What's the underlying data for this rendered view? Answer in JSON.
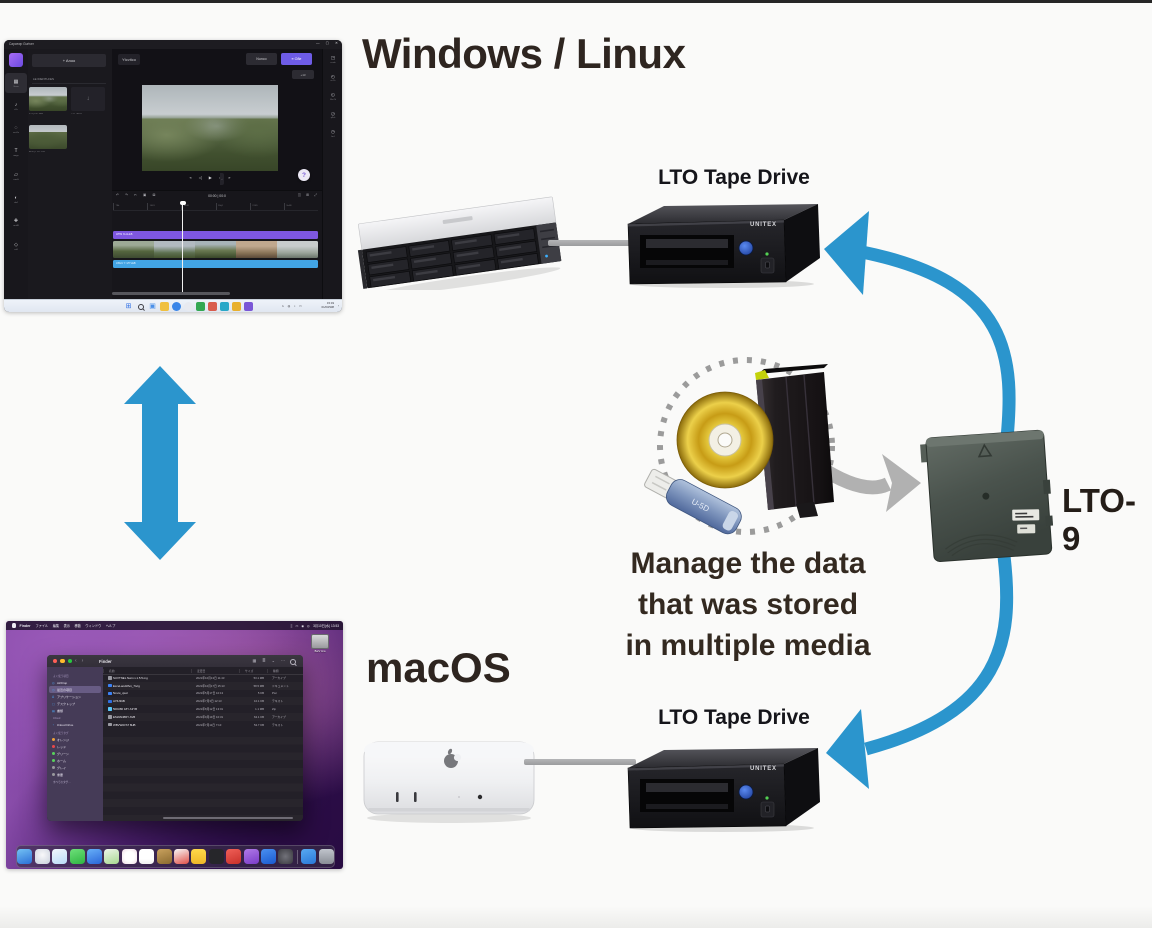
{
  "canvas": {
    "background": "#fafaf9",
    "accent_blue": "#2b95cd",
    "heading_color": "#2e2520"
  },
  "headings": {
    "windows": "Windows / Linux",
    "macos": "macOS"
  },
  "caption": {
    "line1": "Manage the data",
    "line2": "that was stored",
    "line3": "in multiple media"
  },
  "hardware": {
    "tape_drive_label_top": "LTO Tape Drive",
    "tape_drive_label_bottom": "LTO Tape Drive",
    "drive_brand": "UNITEX",
    "cartridge_label": "LTO-9"
  },
  "editor": {
    "titlebar": {
      "title": "Capcewp Gurtver",
      "minimize": "—",
      "maximize": "▢",
      "close": "✕"
    },
    "media_panel": {
      "import_button": "+ Anoo",
      "section_label": "LE IDENTLFES",
      "thumbs": [
        {
          "label": "IPVQLNTTAIB"
        },
        {
          "label": "T15' 7A5 B",
          "drop_glyph": "↓"
        },
        {
          "label": "ATBQY WYTGB"
        }
      ]
    },
    "left_rail": [
      {
        "g": "▦",
        "l": "2mve",
        "sel": true
      },
      {
        "g": "♪",
        "l": "s2v"
      },
      {
        "g": "◌",
        "l": "ecv2o"
      },
      {
        "g": "T",
        "l": "awg="
      },
      {
        "g": "▱",
        "l": "cum5"
      },
      {
        "g": "◐",
        "l": "ds4"
      },
      {
        "g": "✚",
        "l": "mu48"
      },
      {
        "g": "◇",
        "l": "sv8"
      }
    ],
    "right_rail": [
      {
        "g": "◳",
        "l": "crvds"
      },
      {
        "g": "◴",
        "l": "re:1k"
      },
      {
        "g": "◵",
        "l": "8hz7k"
      },
      {
        "g": "◶",
        "l": "q3vk"
      },
      {
        "g": "◷",
        "l": "bnf"
      }
    ],
    "preview": {
      "chip": "Ytcvitco",
      "render_button": "Nunco",
      "export_button": "≡ O8e",
      "quality_button": "+13",
      "transport": [
        "«",
        "◁",
        "▶",
        "○",
        "»"
      ],
      "expand_icon": "⤢",
      "help_badge": "?"
    },
    "timeline": {
      "tools_left": [
        "↶",
        "↷",
        "✂",
        "▣",
        "⊠"
      ],
      "timecode": "00:00 | 00:0",
      "tools_right": [
        "◫",
        "⊞",
        "⤢"
      ],
      "ruler": [
        "T8b",
        "1043",
        "9h48",
        "18qY",
        "V14D",
        "9a4B"
      ],
      "text_track": "WHM KLALEB",
      "audio_track": "A'BLU Y: MY'LEB"
    },
    "taskbar": {
      "icons": [
        {
          "g": "⊞",
          "gc": "#2f6fe4"
        },
        {
          "cls": "mag"
        },
        {
          "g": "▣",
          "gc": "#4a90e8"
        },
        {
          "bg": "#f0c040"
        },
        {
          "bg": "#3a86e8",
          "cls": "rnd"
        },
        {
          "bg": "#e8eaf0",
          "cls": "rnd"
        },
        {
          "bg": "#34a853"
        },
        {
          "bg": "#d95d4e"
        },
        {
          "bg": "#2aa8c8"
        },
        {
          "bg": "#e8b02e"
        },
        {
          "bg": "#7a57d6"
        }
      ],
      "tray_glyphs": [
        "∧",
        "◍",
        "♪",
        "▭"
      ],
      "time": "15:49",
      "date": "01/03/938",
      "bell": "◔"
    }
  },
  "macos": {
    "menubar": {
      "app": "Finder",
      "menus": [
        "ファイル",
        "編集",
        "表示",
        "移動",
        "ウィンドウ",
        "ヘルプ"
      ],
      "status_icons": [
        "⣿",
        "▭",
        "◉",
        "◎"
      ],
      "clock": "3月10日(水) 13:53"
    },
    "desktop_icon_label": "BarV tma",
    "finder": {
      "title": "Finder",
      "toolbar_icons": [
        "▦",
        "≣",
        "⌄",
        "⋯"
      ],
      "nav": [
        "‹",
        "›"
      ],
      "columns": [
        "名前",
        "変更日",
        "サイズ",
        "種類"
      ],
      "sidebar": {
        "fav_header": "よく使う項目",
        "favorites": [
          {
            "g": "◎",
            "l": "AirDrop"
          },
          {
            "g": "◷",
            "l": "最近の項目",
            "sel": true
          },
          {
            "g": "A",
            "l": "アプリケーション"
          },
          {
            "g": "▢",
            "l": "デスクトップ"
          },
          {
            "g": "▤",
            "l": "書類"
          }
        ],
        "icloud_header": "iCloud",
        "icloud_items": [
          {
            "g": "◔",
            "l": "iCloud Drive"
          }
        ],
        "tag_header": "よく使うタグ",
        "tags": [
          {
            "c": "#f0a33a",
            "l": "オレンジ"
          },
          {
            "c": "#e8484b",
            "l": "レッド"
          },
          {
            "c": "#58d15c",
            "l": "グリーン"
          },
          {
            "c": "#58d15c",
            "l": "ホーム"
          },
          {
            "c": "#98989d",
            "l": "グレイ"
          },
          {
            "c": "#98989d",
            "l": "重要"
          }
        ],
        "tag_footer": "すべてのタグ…"
      },
      "rows": [
        {
          "ic": "#9a9aa2",
          "name": "SUVTNEL Nwm v.1.5.5.mg",
          "date": "2021年10月13日 11:43",
          "size": "53.1 MB",
          "kind": "アーカイブ"
        },
        {
          "ic": "#3b82f6",
          "name": "Excel-andzlfvn_7tvrg",
          "date": "2021年10月17日 15:13",
          "size": "58.5 MB",
          "kind": "ドキュメント"
        },
        {
          "ic": "#3b82f6",
          "name": "5mvw_qwd",
          "date": "2021年5月17日 10:13",
          "size": "5 KB",
          "kind": "Pwr"
        },
        {
          "ic": "#2f6fe4",
          "name": "AY6J91B",
          "date": "2021年7月3日 12:13",
          "size": "10.1 KB",
          "kind": "テキスト"
        },
        {
          "ic": "#5ac8fa",
          "name": "500U80 18Y A3YB",
          "date": "2021年8月12日 13:01",
          "size": "1.1 MB",
          "kind": "Zip"
        },
        {
          "ic": "#9a9aa2",
          "name": "ESWAN8RY AVB",
          "date": "2021年9月19日 10:31",
          "size": "62.1 KB",
          "kind": "アーカイブ"
        },
        {
          "ic": "#9a9aa2",
          "name": "WBVWAYAT 8HB",
          "date": "2021年7月11日 7:10",
          "size": "52.7 KB",
          "kind": "テキスト"
        }
      ]
    },
    "dock": {
      "icons": [
        {
          "bg": "linear-gradient(160deg,#74c2f4,#2b6fd6)"
        },
        {
          "bg": "radial-gradient(circle at 50% 40%,#f8f8fa,#c9d0dc)"
        },
        {
          "bg": "linear-gradient(160deg,#f2f7fc,#badcf8)"
        },
        {
          "bg": "linear-gradient(160deg,#6ee07a,#2fb542)"
        },
        {
          "bg": "linear-gradient(160deg,#68b0f8,#2a66d8)"
        },
        {
          "bg": "linear-gradient(160deg,#eef4ea,#a8d890)"
        },
        {
          "bg": "radial-gradient(circle,#ffffff 45%,#f0dce6)"
        },
        {
          "bg": "linear-gradient(180deg,#ffffff 65%,#f0f0f0)"
        },
        {
          "bg": "linear-gradient(160deg,#caa25e,#8a6a30)"
        },
        {
          "bg": "linear-gradient(160deg,#f8f8f8,#e05048)"
        },
        {
          "bg": "linear-gradient(180deg,#ffd84a,#f0b828)"
        },
        {
          "bg": "#26262a"
        },
        {
          "bg": "linear-gradient(160deg,#f06058,#c8302a)"
        },
        {
          "bg": "linear-gradient(160deg,#b07ae8,#7a3cc8)"
        },
        {
          "bg": "linear-gradient(160deg,#4a90f0,#1a5ad0)"
        },
        {
          "bg": "radial-gradient(circle,#72727a,#3a3a40)"
        }
      ],
      "end_icons": [
        {
          "bg": "linear-gradient(160deg,#58aaf2,#2a78d8)"
        },
        {
          "bg": "linear-gradient(180deg,#c0c4cc,#8a8e96)"
        }
      ]
    }
  }
}
